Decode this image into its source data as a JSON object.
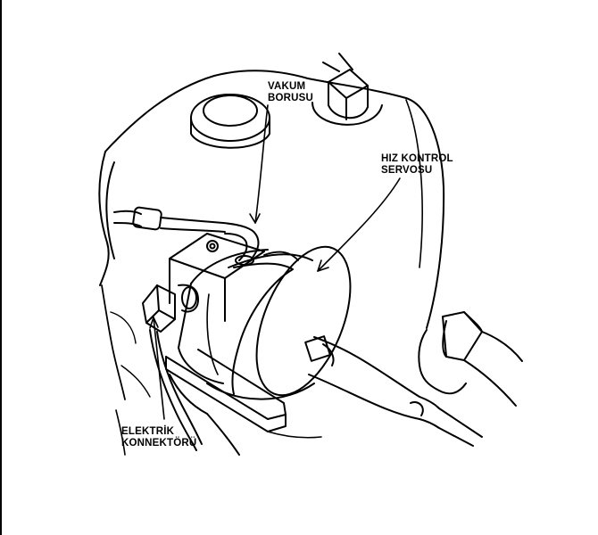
{
  "labels": {
    "vacuum_hose": {
      "line1": "VAKUM",
      "line2": "BORUSU"
    },
    "speed_servo": {
      "line1": "HIZ KONTROL",
      "line2": "SERVOSU"
    },
    "connector": {
      "line1": "ELEKTRİK",
      "line2": "KONNEKTÖRÜ"
    }
  }
}
